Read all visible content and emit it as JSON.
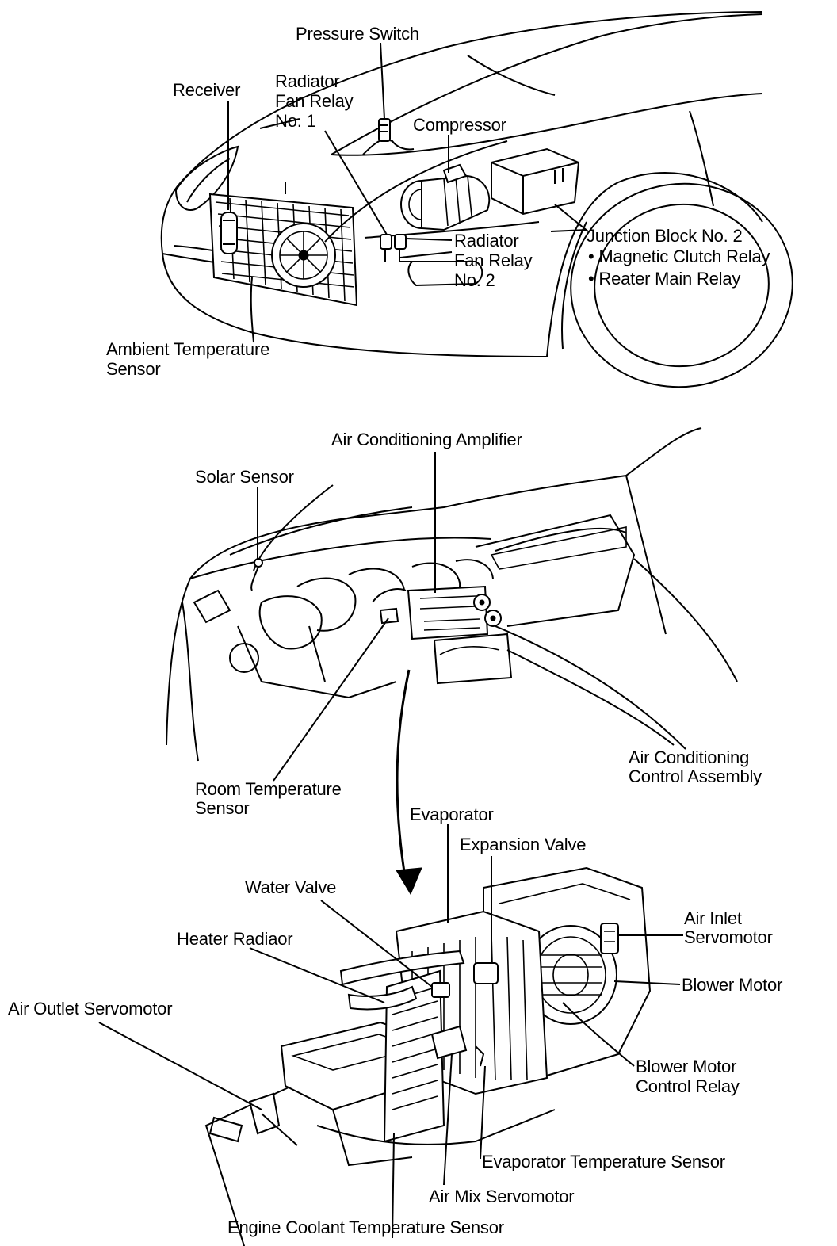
{
  "diagram": {
    "top_labels": {
      "pressure_switch": "Pressure Switch",
      "receiver": "Receiver",
      "radiator_fan_relay_1": [
        "Radiator",
        "Fan Relay",
        "No. 1"
      ],
      "compressor": "Compressor",
      "radiator_fan_relay_2": [
        "Radiator",
        "Fan Relay",
        "No. 2"
      ],
      "junction_block": [
        "Junction Block No. 2",
        "• Magnetic Clutch Relay",
        "• Reater Main Relay"
      ],
      "ambient_temperature_sensor": [
        "Ambient Temperature",
        "Sensor"
      ]
    },
    "middle_labels": {
      "air_conditioning_amplifier": "Air Conditioning Amplifier",
      "solar_sensor": "Solar Sensor",
      "air_conditioning_control_assembly": [
        "Air Conditioning",
        "Control Assembly"
      ],
      "room_temperature_sensor": [
        "Room Temperature",
        "Sensor"
      ]
    },
    "bottom_labels": {
      "evaporator": "Evaporator",
      "expansion_valve": "Expansion Valve",
      "water_valve": "Water Valve",
      "air_inlet_servomotor": [
        "Air Inlet",
        "Servomotor"
      ],
      "heater_radiator": "Heater Radiaor",
      "blower_motor": "Blower Motor",
      "air_outlet_servomotor": "Air Outlet Servomotor",
      "blower_motor_control_relay": [
        "Blower Motor",
        "Control Relay"
      ],
      "evaporator_temperature_sensor": "Evaporator Temperature Sensor",
      "air_mix_servomotor": "Air Mix Servomotor",
      "engine_coolant_temperature_sensor": "Engine Coolant Temperature Sensor"
    }
  }
}
